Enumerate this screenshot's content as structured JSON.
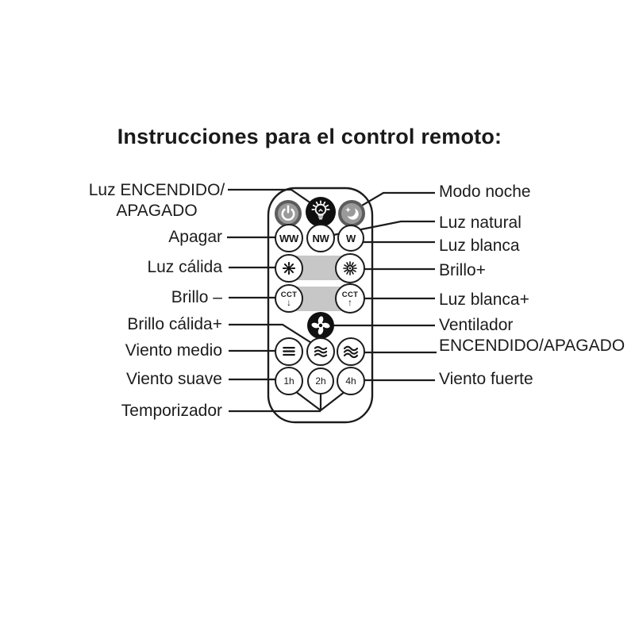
{
  "title": "Instrucciones para el control remoto:",
  "labels": {
    "left": {
      "luz_on_off_1": "Luz ENCENDIDO/",
      "luz_on_off_2": "APAGADO",
      "apagar": "Apagar",
      "luz_calida": "Luz cálida",
      "brillo_menos": "Brillo –",
      "brillo_calida_mas": "Brillo cálida+",
      "viento_medio": "Viento medio",
      "viento_suave": "Viento suave",
      "temporizador": "Temporizador"
    },
    "right": {
      "modo_noche": "Modo noche",
      "luz_natural": "Luz natural",
      "luz_blanca": "Luz blanca",
      "brillo_mas": "Brillo+",
      "luz_blanca_mas": "Luz blanca+",
      "ventilador_1": "Ventilador",
      "ventilador_2": "ENCENDIDO/APAGADO",
      "viento_fuerte": "Viento fuerte"
    }
  },
  "remote": {
    "buttons": {
      "ww": "WW",
      "nw": "NW",
      "w": "W",
      "cct_down": "CCT",
      "cct_down_arrow": "↓",
      "cct_up": "CCT",
      "cct_up_arrow": "↑",
      "timer_1h": "1h",
      "timer_2h": "2h",
      "timer_4h": "4h"
    },
    "icons": [
      "power-icon",
      "light-bulb-icon",
      "night-mode-icon",
      "warm-light-icon",
      "bright-light-icon",
      "fan-icon",
      "wind-low-icon",
      "wind-medium-icon",
      "wind-high-icon"
    ]
  },
  "colors": {
    "background": "#ffffff",
    "text": "#1c1c1c",
    "line": "#1c1c1c",
    "button_dark": "#101010",
    "button_gray": "#9a9a9a",
    "button_gray_ring": "#5c5c5c",
    "panel_gray": "#c7c7c7"
  }
}
